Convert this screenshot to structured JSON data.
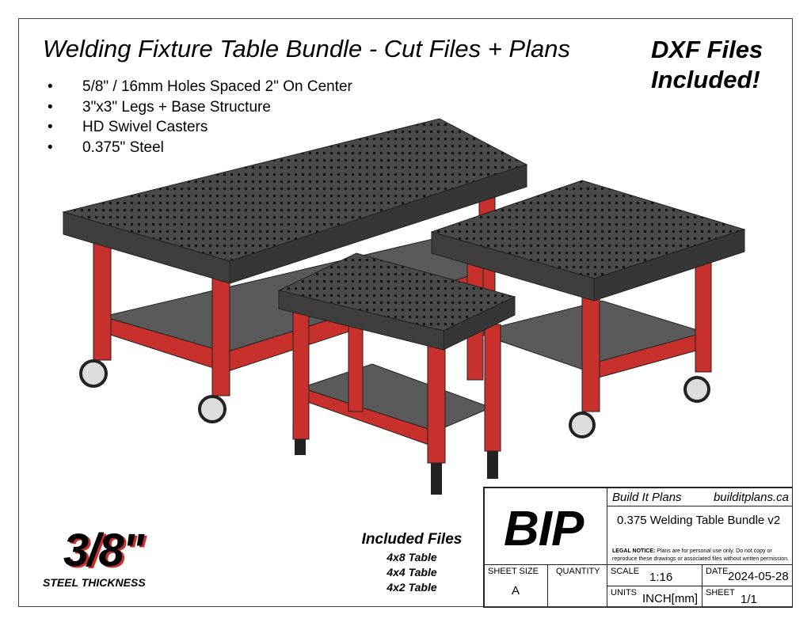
{
  "header": {
    "title": "Welding Fixture Table Bundle - Cut Files + Plans",
    "dxf_line1": "DXF Files",
    "dxf_line2": "Included!"
  },
  "features": [
    "5/8\" / 16mm Holes Spaced 2\" On Center",
    "3\"x3\" Legs + Base Structure",
    "HD Swivel Casters",
    "0.375\" Steel"
  ],
  "thickness": {
    "value": "3/8\"",
    "label": "STEEL THICKNESS"
  },
  "included_files": {
    "heading": "Included Files",
    "items": [
      "4x8 Table",
      "4x4 Table",
      "4x2 Table"
    ]
  },
  "title_block": {
    "logo": "BIP",
    "company": "Build It Plans",
    "website": "builditplans.ca",
    "drawing_title": "0.375 Welding Table Bundle v2",
    "legal_label": "LEGAL NOTICE:",
    "legal_text": "Plans are for personal use only. Do not copy or reproduce these drawings or associated files without written permission.",
    "sheet_size_label": "SHEET SIZE",
    "sheet_size": "A",
    "quantity_label": "QUANTITY",
    "scale_label": "SCALE",
    "scale": "1:16",
    "date_label": "DATE",
    "date": "2024-05-28",
    "units_label": "UNITS",
    "units": "INCH[mm]",
    "sheet_label": "SHEET",
    "sheet": "1/1"
  },
  "colors": {
    "leg": "#c8302c",
    "top": "#4a4a4a",
    "shelf": "#555555"
  }
}
